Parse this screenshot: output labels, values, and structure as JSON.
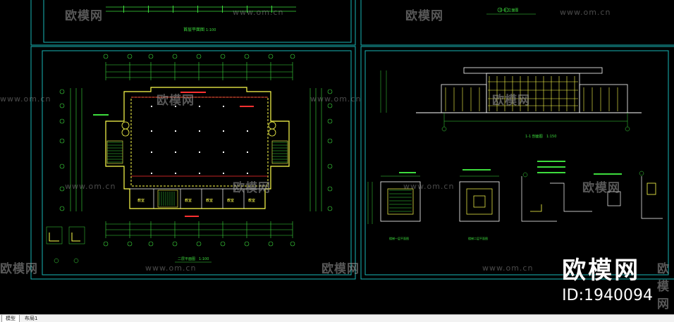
{
  "drawing": {
    "top_left_title": "首层平面图",
    "top_left_scale": "1:100",
    "plan_title": "二层平面图",
    "plan_scale": "1:100",
    "elevation_title": "1-1 剖面图",
    "elevation_scale": "1:150",
    "top_right_title": "①-⑨ 立面图",
    "stair_a_title": "楼梯一层平面图",
    "stair_b_title": "楼梯二层平面图",
    "room_labels": [
      "教室",
      "教室",
      "教室",
      "教室",
      "教室"
    ]
  },
  "watermark": {
    "logo_text": "欧模网",
    "url_text": "www.om.cn"
  },
  "brand": {
    "name": "欧模网",
    "id": "ID:1940094"
  },
  "tabs": [
    {
      "label": "模型"
    },
    {
      "label": "布局1"
    }
  ],
  "colors": {
    "frame": "#19b6b6",
    "dim_green": "#3ddc3d",
    "wall_yellow": "#ffff4d",
    "red": "#ff3030",
    "white": "#ffffff"
  }
}
